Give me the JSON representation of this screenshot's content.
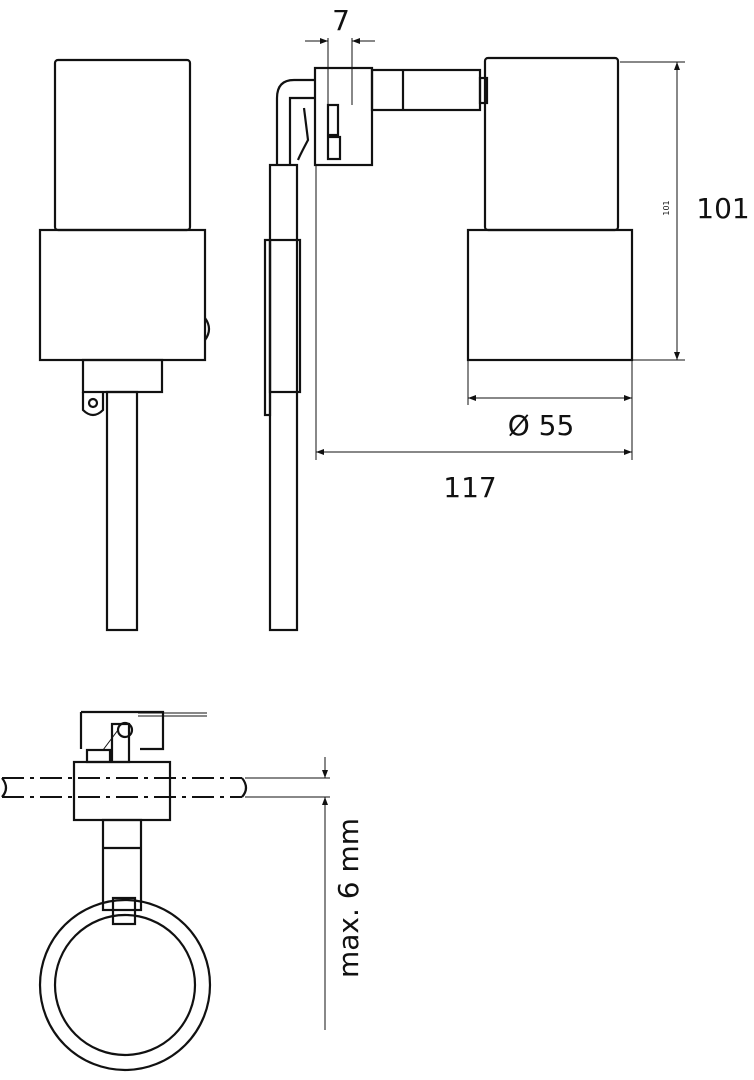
{
  "dimensions": {
    "offset": "7",
    "height": "101",
    "height_small": "101",
    "diameter": "Ø 55",
    "length": "117",
    "max_thickness": "max. 6 mm"
  }
}
